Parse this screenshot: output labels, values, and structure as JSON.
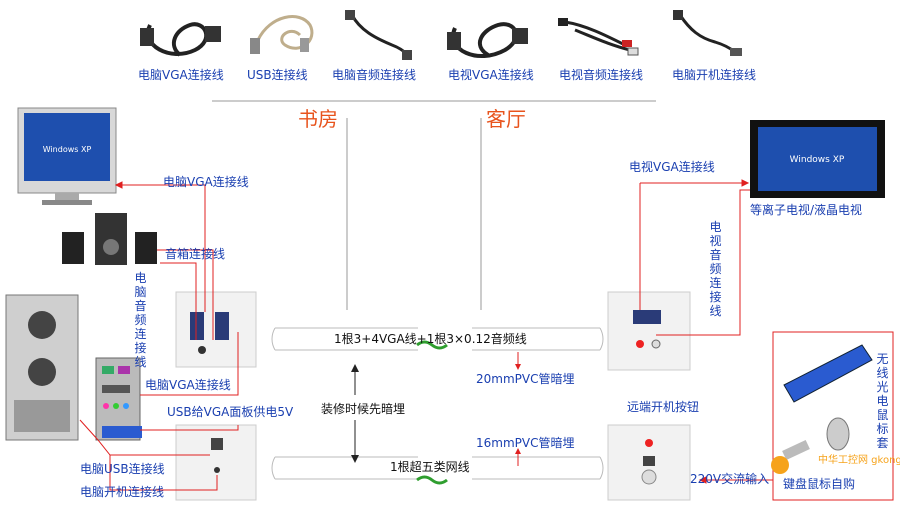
{
  "cables": [
    {
      "label": "电脑VGA连接线",
      "icon": "vga-cable-icon"
    },
    {
      "label": "USB连接线",
      "icon": "usb-cable-icon"
    },
    {
      "label": "电脑音频连接线",
      "icon": "audio-cable-icon"
    },
    {
      "label": "电视VGA连接线",
      "icon": "vga-cable-icon"
    },
    {
      "label": "电视音频连接线",
      "icon": "rca-cable-icon"
    },
    {
      "label": "电脑开机连接线",
      "icon": "power-cable-icon"
    }
  ],
  "rooms": {
    "study": "书房",
    "living": "客厅"
  },
  "left": {
    "vga_top": "电脑VGA连接线",
    "speaker": "音箱连接线",
    "audio_vertical": "电脑音频连接线",
    "vga_mid": "电脑VGA连接线",
    "usb_power": "USB给VGA面板供电5V",
    "usb_cable": "电脑USB连接线",
    "power_cable": "电脑开机连接线"
  },
  "center": {
    "pipe_top": "1根3+4VGA线+1根3×0.12音频线",
    "pvc_top": "20mmPVC管暗埋",
    "concealed": "装修时候先暗埋",
    "pvc_bottom": "16mmPVC管暗埋",
    "pipe_bottom": "1根超五类网线"
  },
  "right": {
    "tv_vga": "电视VGA连接线",
    "tv_name": "等离子电视/液晶电视",
    "tv_audio_vertical": "电视音频连接线",
    "remote_button": "远端开机按钮",
    "ac_input": "220V交流输入",
    "wireless_vertical": "无线光电鼠标套",
    "keyboard_mouse": "键盘鼠标自购"
  },
  "watermark": "中华工控网 gkong.com",
  "colors": {
    "accent": "#1a3fb0",
    "room": "#e8531c",
    "wire": "#e02020",
    "tilde": "#2f9e2f"
  }
}
